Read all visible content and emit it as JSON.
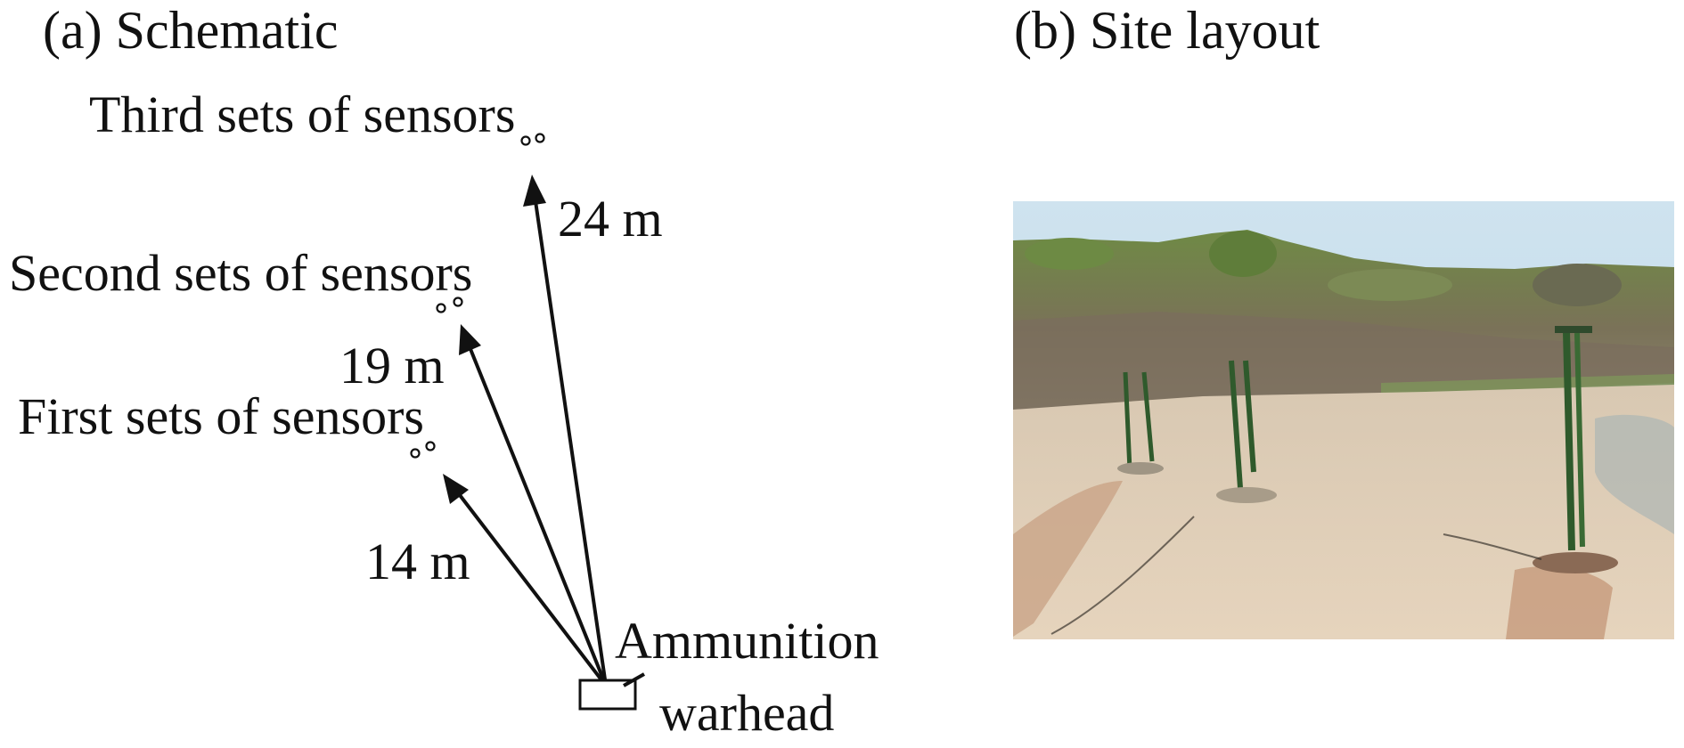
{
  "panel_a": {
    "title": "(a) Schematic",
    "third_label": "Third sets of sensors",
    "second_label": "Second sets of sensors",
    "first_label": "First sets of sensors",
    "dist_third": "24 m",
    "dist_second": "19 m",
    "dist_first": "14 m",
    "warhead_line1": "Ammunition",
    "warhead_line2": "warhead"
  },
  "panel_b": {
    "title": "(b) Site layout"
  }
}
